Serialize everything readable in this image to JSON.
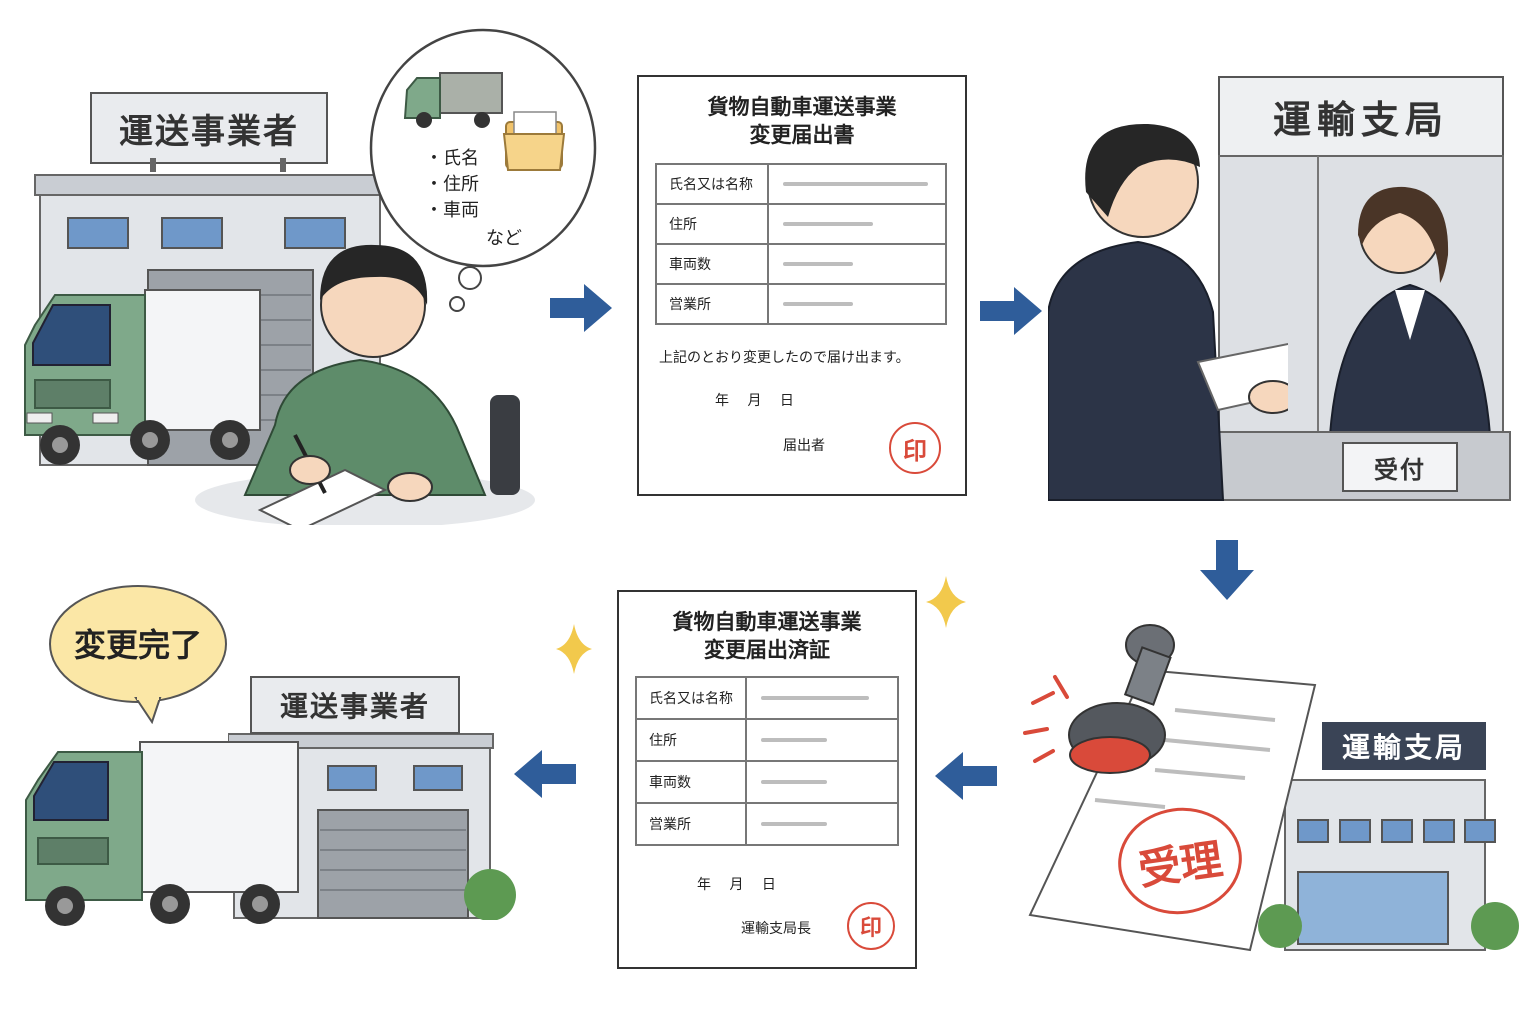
{
  "panel1": {
    "company_sign": "運送事業者",
    "bubble_items": [
      "・氏名",
      "・住所",
      "・車両"
    ],
    "bubble_suffix": "など"
  },
  "form": {
    "title_line1": "貨物自動車運送事業",
    "title_line2": "変更届出書",
    "rows": [
      "氏名又は名称",
      "住所",
      "車両数",
      "営業所"
    ],
    "declaration": "上記のとおり変更したので届け出ます。",
    "date": "年　 月　 日",
    "filer": "届出者",
    "seal": "印"
  },
  "office": {
    "sign": "運輸支局",
    "counter": "受付"
  },
  "receipt": {
    "stamp": "受理",
    "building_sign": "運輸支局"
  },
  "certificate": {
    "title_line1": "貨物自動車運送事業",
    "title_line2": "変更届出済証",
    "rows": [
      "氏名又は名称",
      "住所",
      "車両数",
      "営業所"
    ],
    "date": "年　 月　 日",
    "issuer": "運輸支局長",
    "seal": "印"
  },
  "final": {
    "speech": "変更完了",
    "company_sign": "運送事業者"
  },
  "colors": {
    "arrow": "#2f5d9a",
    "truck_green": "#7fa98a",
    "worker_green": "#5e8c6a",
    "stamp_red": "#d94a3a",
    "suit_navy": "#2c3447",
    "bubble_yellow": "#fbe7a6"
  }
}
